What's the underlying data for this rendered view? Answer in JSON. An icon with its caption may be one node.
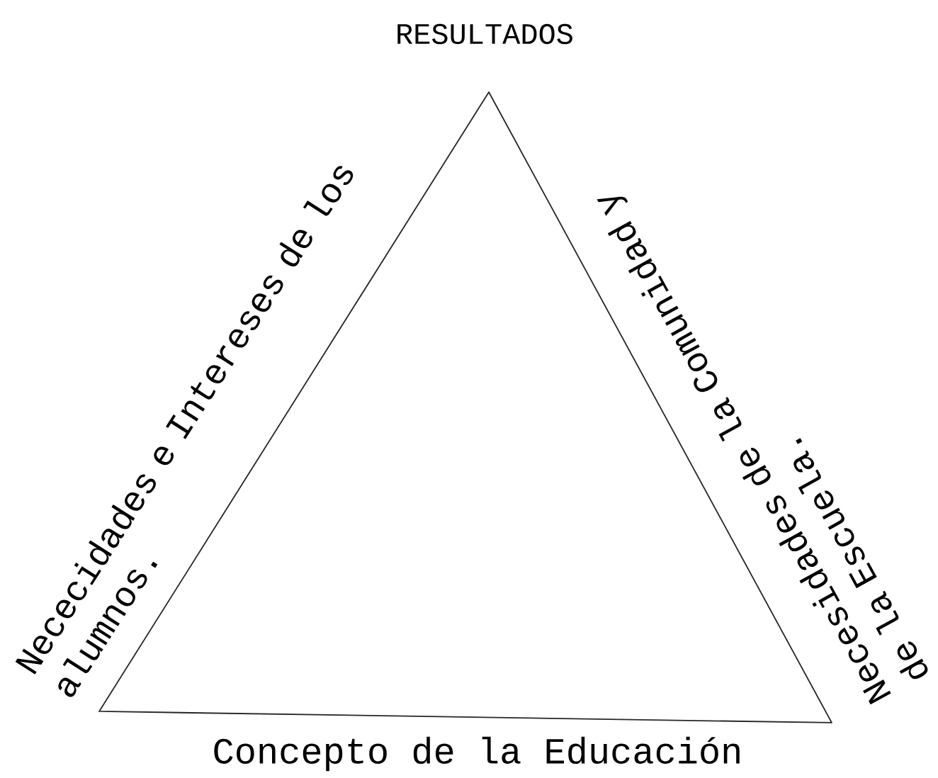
{
  "diagram": {
    "labels": [
      "RESULTADOS",
      "Nececidades e Intereses de los alumnos.",
      "Necesidades de la Comunidad y de la Escuela.",
      "Concepto de la Educación"
    ]
  }
}
